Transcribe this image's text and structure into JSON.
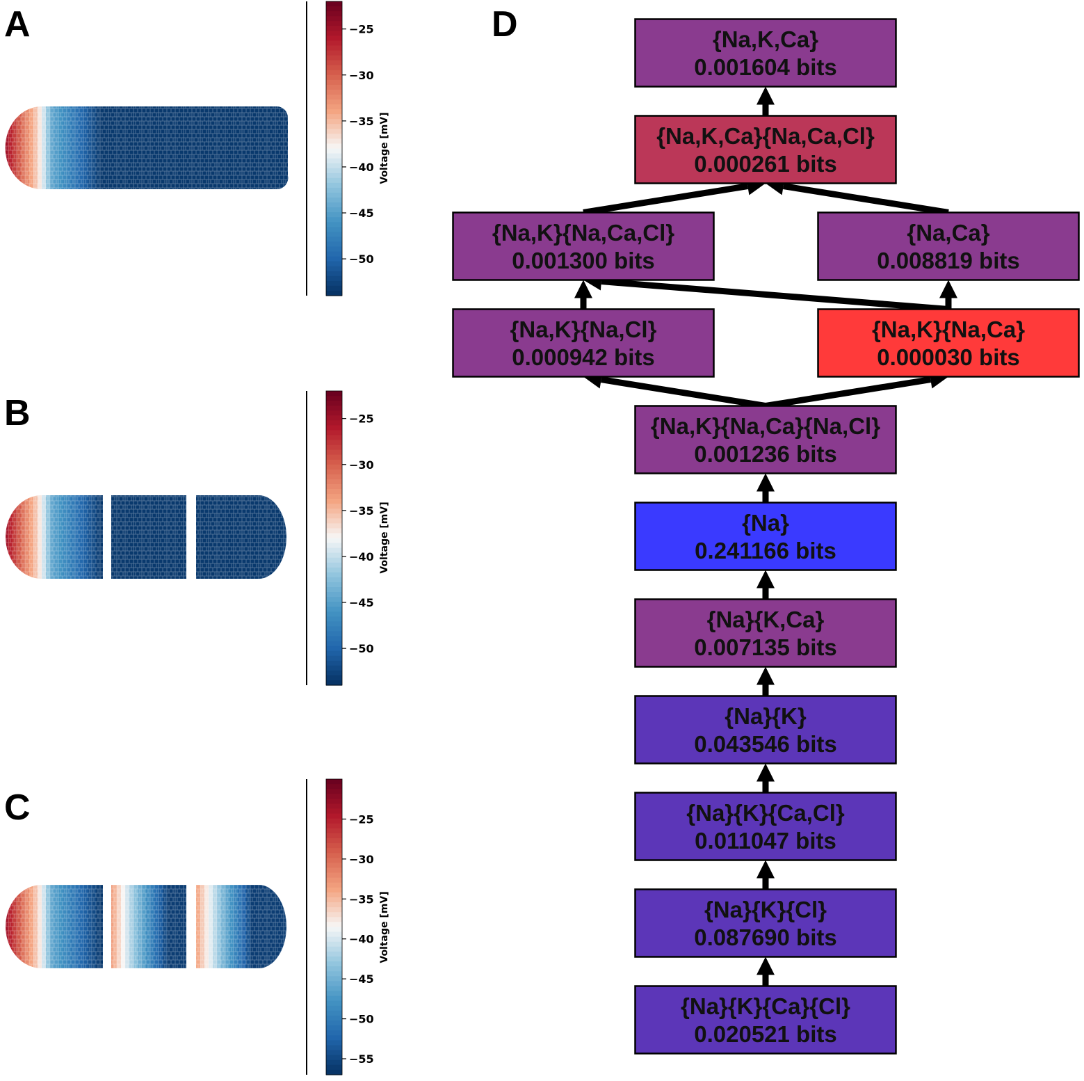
{
  "panels": {
    "A": {
      "letter": "A",
      "colorbar": {
        "label": "Voltage [mV]",
        "ticks": [
          "−25",
          "−30",
          "−35",
          "−40",
          "−45",
          "−50"
        ],
        "range": [
          -54,
          -22
        ]
      },
      "tissue": {
        "segments": "single",
        "profile": "depolarized-anterior-pole"
      }
    },
    "B": {
      "letter": "B",
      "colorbar": {
        "label": "Voltage [mV]",
        "ticks": [
          "−25",
          "−30",
          "−35",
          "−40",
          "−45",
          "−50"
        ],
        "range": [
          -54,
          -22
        ]
      },
      "tissue": {
        "segments": "three-cut",
        "profile": "depolarized-anterior-pole"
      }
    },
    "C": {
      "letter": "C",
      "colorbar": {
        "label": "Voltage [mV]",
        "ticks": [
          "−25",
          "−30",
          "−35",
          "−40",
          "−45",
          "−50",
          "−55"
        ],
        "range": [
          -57,
          -20
        ]
      },
      "tissue": {
        "segments": "three-cut",
        "profile": "anterior-pole-in-every-segment"
      }
    }
  },
  "colormap": {
    "name": "RdBu_r",
    "stops": [
      "#053061",
      "#2166ac",
      "#4393c3",
      "#92c5de",
      "#f7f7f7",
      "#f4a582",
      "#d6604d",
      "#b2182b",
      "#67001f"
    ]
  },
  "lattice": {
    "letter": "D",
    "nodes": [
      {
        "id": "n1",
        "label": "{Na,K,Ca}",
        "value": "0.001604 bits",
        "color": "#8a3b8f"
      },
      {
        "id": "n2",
        "label": "{Na,K,Ca}{Na,Ca,Cl}",
        "value": "0.000261 bits",
        "color": "#bb3758"
      },
      {
        "id": "n3",
        "label": "{Na,K}{Na,Ca,Cl}",
        "value": "0.001300 bits",
        "color": "#8a3b8f"
      },
      {
        "id": "n4",
        "label": "{Na,Ca}",
        "value": "0.008819 bits",
        "color": "#8a3b8f"
      },
      {
        "id": "n5",
        "label": "{Na,K}{Na,Cl}",
        "value": "0.000942 bits",
        "color": "#8a3b8f"
      },
      {
        "id": "n6",
        "label": "{Na,K}{Na,Ca}",
        "value": "0.000030 bits",
        "color": "#ff3a3a"
      },
      {
        "id": "n7",
        "label": "{Na,K}{Na,Ca}{Na,Cl}",
        "value": "0.001236 bits",
        "color": "#8a3b8f"
      },
      {
        "id": "n8",
        "label": "{Na}",
        "value": "0.241166 bits",
        "color": "#3a3aff"
      },
      {
        "id": "n9",
        "label": "{Na}{K,Ca}",
        "value": "0.007135 bits",
        "color": "#8a3b8f"
      },
      {
        "id": "n10",
        "label": "{Na}{K}",
        "value": "0.043546 bits",
        "color": "#5c36b8"
      },
      {
        "id": "n11",
        "label": "{Na}{K}{Ca,Cl}",
        "value": "0.011047 bits",
        "color": "#5c36b8"
      },
      {
        "id": "n12",
        "label": "{Na}{K}{Cl}",
        "value": "0.087690 bits",
        "color": "#5c36b8"
      },
      {
        "id": "n13",
        "label": "{Na}{K}{Ca}{Cl}",
        "value": "0.020521 bits",
        "color": "#5c36b8"
      }
    ],
    "edges": [
      [
        "n13",
        "n12"
      ],
      [
        "n12",
        "n11"
      ],
      [
        "n11",
        "n10"
      ],
      [
        "n10",
        "n9"
      ],
      [
        "n9",
        "n8"
      ],
      [
        "n8",
        "n7"
      ],
      [
        "n7",
        "n5"
      ],
      [
        "n7",
        "n6"
      ],
      [
        "n5",
        "n3"
      ],
      [
        "n6",
        "n3"
      ],
      [
        "n6",
        "n4"
      ],
      [
        "n3",
        "n2"
      ],
      [
        "n4",
        "n2"
      ],
      [
        "n2",
        "n1"
      ]
    ]
  }
}
